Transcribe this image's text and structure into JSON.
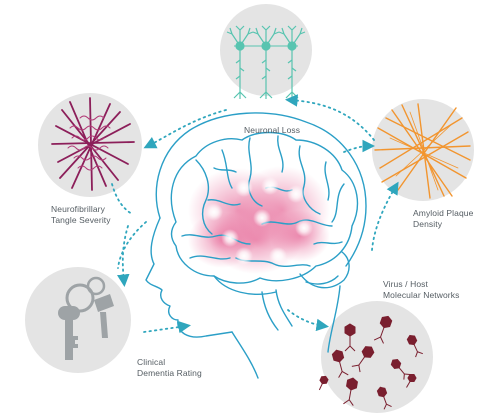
{
  "nodes": {
    "neuronal_loss": {
      "label": "Neuronal Loss"
    },
    "amyloid": {
      "lines": [
        "Amyloid Plaque",
        "Density"
      ]
    },
    "virus": {
      "lines": [
        "Virus / Host",
        "Molecular Networks"
      ]
    },
    "dementia": {
      "lines": [
        "Clinical",
        "Dementia Rating"
      ]
    },
    "tangle": {
      "lines": [
        "Neurofibrillary",
        "Tangle Severity"
      ]
    }
  },
  "colors": {
    "circle_fill": "#e4e4e4",
    "brain_outline": "#2b9fc7",
    "arrow": "#2fa6bd",
    "neuron": "#58c4b0",
    "tangle": "#8c1f5a",
    "amyloid": "#f2952f",
    "virus": "#7a1f2f",
    "key": "#9ea3a6",
    "highlight": "#e0457f"
  },
  "icons": {
    "neuronal_loss": "neuron-icon",
    "amyloid": "amyloid-fibril-icon",
    "virus": "bacteriophage-icon",
    "dementia": "keys-icon",
    "tangle": "neurofibrillary-tangle-icon",
    "center": "brain-icon"
  }
}
